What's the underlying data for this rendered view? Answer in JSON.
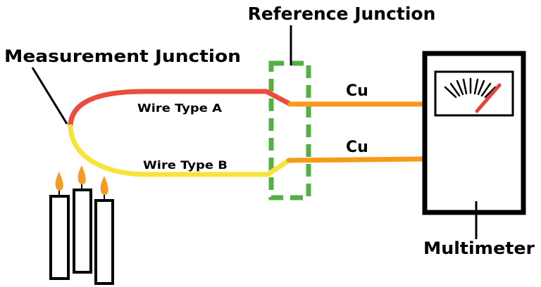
{
  "labels": {
    "reference_junction": "Reference Junction",
    "measurement_junction": "Measurement Junction",
    "wire_a": "Wire Type A",
    "wire_b": "Wire Type B",
    "cu_top": "Cu",
    "cu_bottom": "Cu",
    "multimeter": "Multimeter"
  },
  "colors": {
    "wire_a": "#ee4b3f",
    "wire_b": "#f7e43a",
    "copper": "#f7991b",
    "reference_box": "#55b043",
    "needle": "#e8413c",
    "flame": "#f39b24",
    "outline": "#000000"
  },
  "candles": {
    "count": 3
  }
}
